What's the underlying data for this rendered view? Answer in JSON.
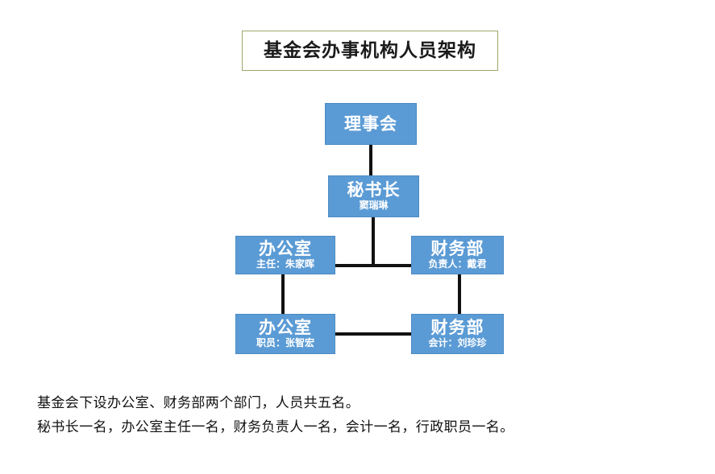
{
  "title": {
    "text": "基金会办事机构人员架构",
    "border_color": "#9aa86a"
  },
  "theme": {
    "node_fill": "#5B9BD5",
    "node_text": "#ffffff",
    "connector_color": "#111111"
  },
  "org_chart": {
    "nodes": [
      {
        "id": "board",
        "primary": "理事会",
        "secondary": ""
      },
      {
        "id": "secgen",
        "primary": "秘书长",
        "secondary": "窦瑞琳"
      },
      {
        "id": "office1",
        "primary": "办公室",
        "secondary": "主任：朱家晖"
      },
      {
        "id": "fin1",
        "primary": "财务部",
        "secondary": "负责人：戴君"
      },
      {
        "id": "office2",
        "primary": "办公室",
        "secondary": "职员：张智宏"
      },
      {
        "id": "fin2",
        "primary": "财务部",
        "secondary": "会计：刘珍珍"
      }
    ]
  },
  "footer": {
    "line1": "基金会下设办公室、财务部两个部门，人员共五名。",
    "line2": "秘书长一名，办公室主任一名，财务负责人一名，会计一名，行政职员一名。"
  }
}
